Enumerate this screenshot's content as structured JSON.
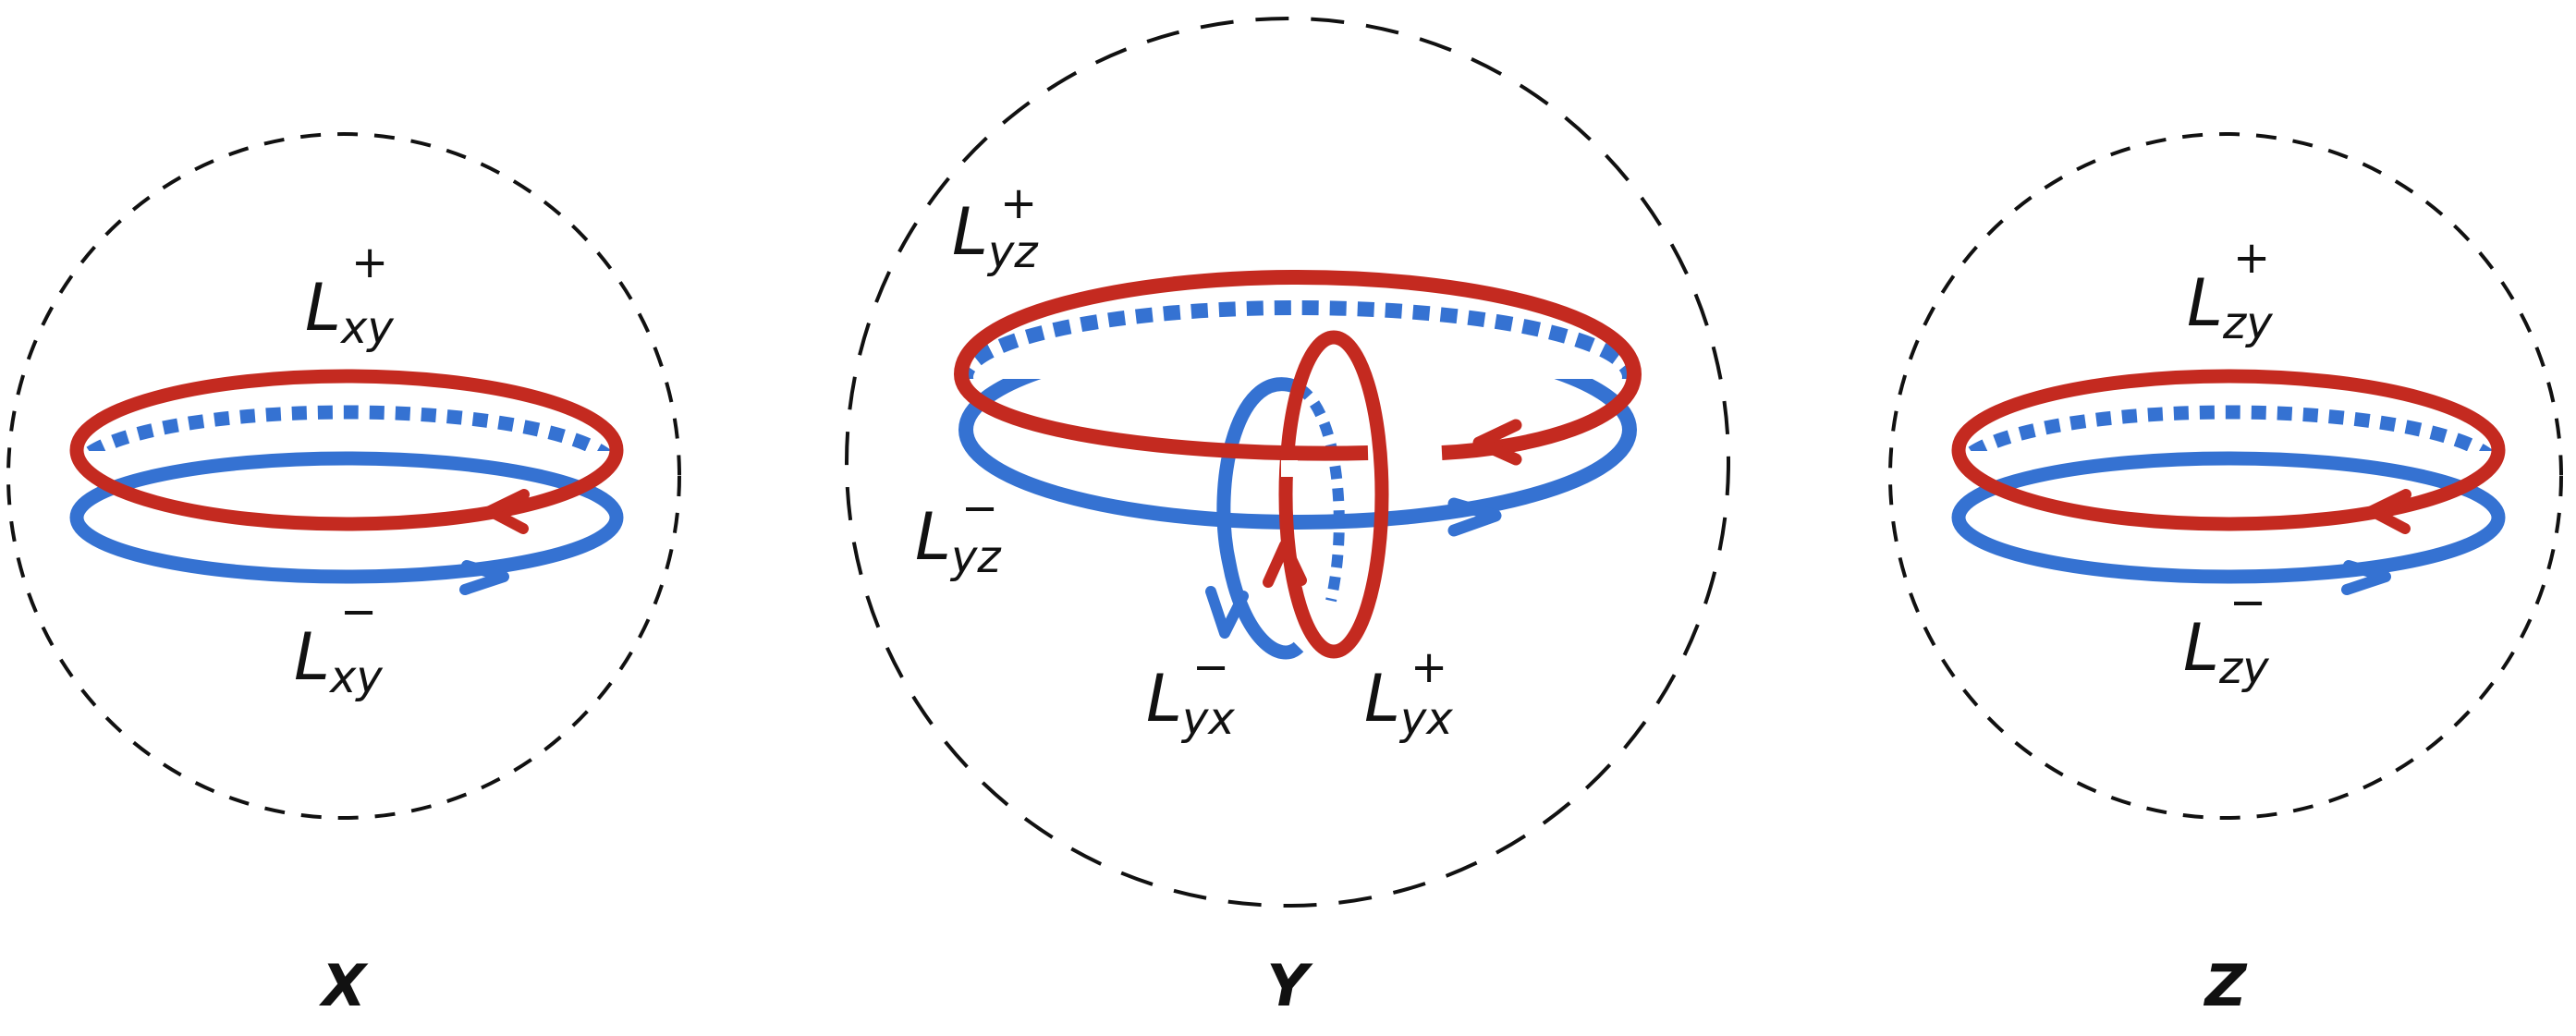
{
  "colors": {
    "red": "#c42a20",
    "blue": "#3572d2",
    "dashed": "#111111"
  },
  "spaces": [
    {
      "caption": "X"
    },
    {
      "caption": "Y"
    },
    {
      "caption": "Z"
    }
  ],
  "labels": {
    "lxy_plus": {
      "main": "L",
      "sub": "xy",
      "sup": "+"
    },
    "lxy_minus": {
      "main": "L",
      "sub": "xy",
      "sup": "−"
    },
    "lyz_plus": {
      "main": "L",
      "sub": "yz",
      "sup": "+"
    },
    "lyz_minus": {
      "main": "L",
      "sub": "yz",
      "sup": "−"
    },
    "lyx_minus": {
      "main": "L",
      "sub": "yx",
      "sup": "−"
    },
    "lyx_plus": {
      "main": "L",
      "sub": "yx",
      "sup": "+"
    },
    "lzy_plus": {
      "main": "L",
      "sub": "zy",
      "sup": "+"
    },
    "lzy_minus": {
      "main": "L",
      "sub": "zy",
      "sup": "−"
    }
  }
}
